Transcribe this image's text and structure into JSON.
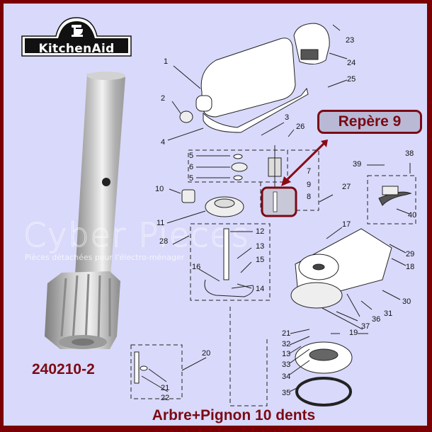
{
  "brand": {
    "logo_text": "KitchenAid",
    "logo_colors": {
      "badge": "#111111",
      "text": "#ffffff"
    }
  },
  "watermark": {
    "title": "Cyber Pieces",
    "subtitle": "Pièces détachées pour l'électro-ménager"
  },
  "product": {
    "part_number": "240210-2",
    "description": "Arbre+Pignon 10 dents",
    "callout": "Repère 9"
  },
  "diagram": {
    "labels": [
      {
        "id": "1",
        "text": "1"
      },
      {
        "id": "2",
        "text": "2"
      },
      {
        "id": "3",
        "text": "3"
      },
      {
        "id": "4",
        "text": "4"
      },
      {
        "id": "5a",
        "text": "5"
      },
      {
        "id": "6",
        "text": "6"
      },
      {
        "id": "5b",
        "text": "5"
      },
      {
        "id": "7",
        "text": "7"
      },
      {
        "id": "8",
        "text": "8"
      },
      {
        "id": "9",
        "text": "9"
      },
      {
        "id": "10",
        "text": "10"
      },
      {
        "id": "11",
        "text": "11"
      },
      {
        "id": "12",
        "text": "12"
      },
      {
        "id": "13a",
        "text": "13"
      },
      {
        "id": "14",
        "text": "14"
      },
      {
        "id": "15",
        "text": "15"
      },
      {
        "id": "16",
        "text": "16"
      },
      {
        "id": "17",
        "text": "17"
      },
      {
        "id": "18",
        "text": "18"
      },
      {
        "id": "19",
        "text": "19"
      },
      {
        "id": "20",
        "text": "20"
      },
      {
        "id": "21a",
        "text": "21"
      },
      {
        "id": "22",
        "text": "22"
      },
      {
        "id": "23",
        "text": "23"
      },
      {
        "id": "24",
        "text": "24"
      },
      {
        "id": "25",
        "text": "25"
      },
      {
        "id": "26",
        "text": "26"
      },
      {
        "id": "27",
        "text": "27"
      },
      {
        "id": "28",
        "text": "28"
      },
      {
        "id": "29",
        "text": "29"
      },
      {
        "id": "30",
        "text": "30"
      },
      {
        "id": "31",
        "text": "31"
      },
      {
        "id": "21b",
        "text": "21"
      },
      {
        "id": "32",
        "text": "32"
      },
      {
        "id": "13b",
        "text": "13"
      },
      {
        "id": "33",
        "text": "33"
      },
      {
        "id": "34",
        "text": "34"
      },
      {
        "id": "35",
        "text": "35"
      },
      {
        "id": "36",
        "text": "36"
      },
      {
        "id": "37",
        "text": "37"
      },
      {
        "id": "38",
        "text": "38"
      },
      {
        "id": "39",
        "text": "39"
      },
      {
        "id": "40",
        "text": "40"
      }
    ]
  },
  "colors": {
    "frame": "#7a0005",
    "background": "#d9d9fb",
    "accent_text": "#7a0a14",
    "callout_fill": "#b9b9d6"
  }
}
